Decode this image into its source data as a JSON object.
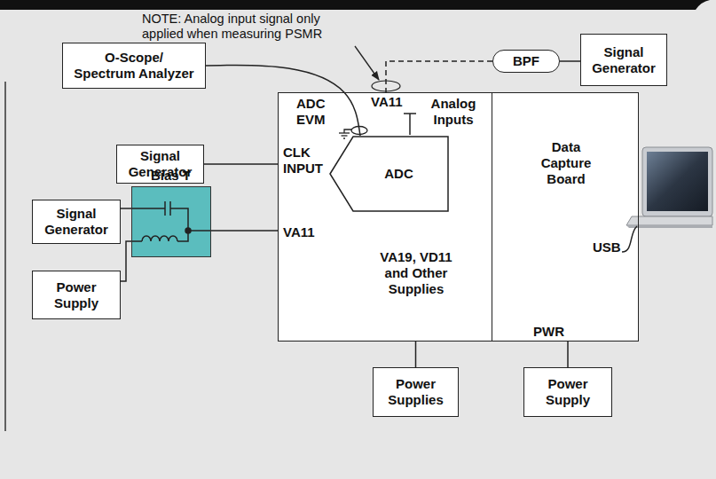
{
  "diagram": {
    "nodes": [
      {
        "text": [
          "BPF"
        ]
      },
      {
        "text": [
          "Signal Generator"
        ]
      },
      {
        "text": [
          "O-Scope/ Spectrum Analyzer"
        ]
      },
      {
        "text": [
          "ADC EVM",
          "Analog Inputs",
          "CLK INPUT",
          "VA11",
          "VA19, VD11 and Other Supplies"
        ]
      },
      {
        "text": [
          "ADC"
        ],
        "in": 3
      },
      {
        "text": [
          "Data Capture Board",
          "USB",
          "PWR"
        ]
      },
      {
        "text": [
          "Signal Generator"
        ]
      },
      {
        "text": [
          "Signal Generator"
        ]
      },
      {
        "text": [
          "Bias T"
        ]
      },
      {
        "text": [
          "Power Supply"
        ]
      },
      {
        "text": [
          "Power Supplies"
        ]
      },
      {
        "text": [
          "Power Supply"
        ]
      }
    ],
    "edges": [
      {
        "from": 0,
        "to": 1,
        "arrow": "none"
      },
      {
        "from": 0,
        "to": 3,
        "arrow": "none"
      },
      {
        "from": 2,
        "to": 4,
        "arrow": "none"
      },
      {
        "from": 6,
        "to": 3,
        "arrow": "none"
      },
      {
        "from": 7,
        "to": 8,
        "arrow": "none"
      },
      {
        "from": 9,
        "to": 8,
        "arrow": "none"
      },
      {
        "from": 8,
        "to": 3,
        "arrow": "none"
      },
      {
        "from": 10,
        "to": 3,
        "arrow": "none"
      },
      {
        "from": 11,
        "to": 5,
        "arrow": "none"
      }
    ],
    "labels": [
      "NOTE: Analog input signal only applied when measuring PSMR",
      "VA11"
    ]
  }
}
